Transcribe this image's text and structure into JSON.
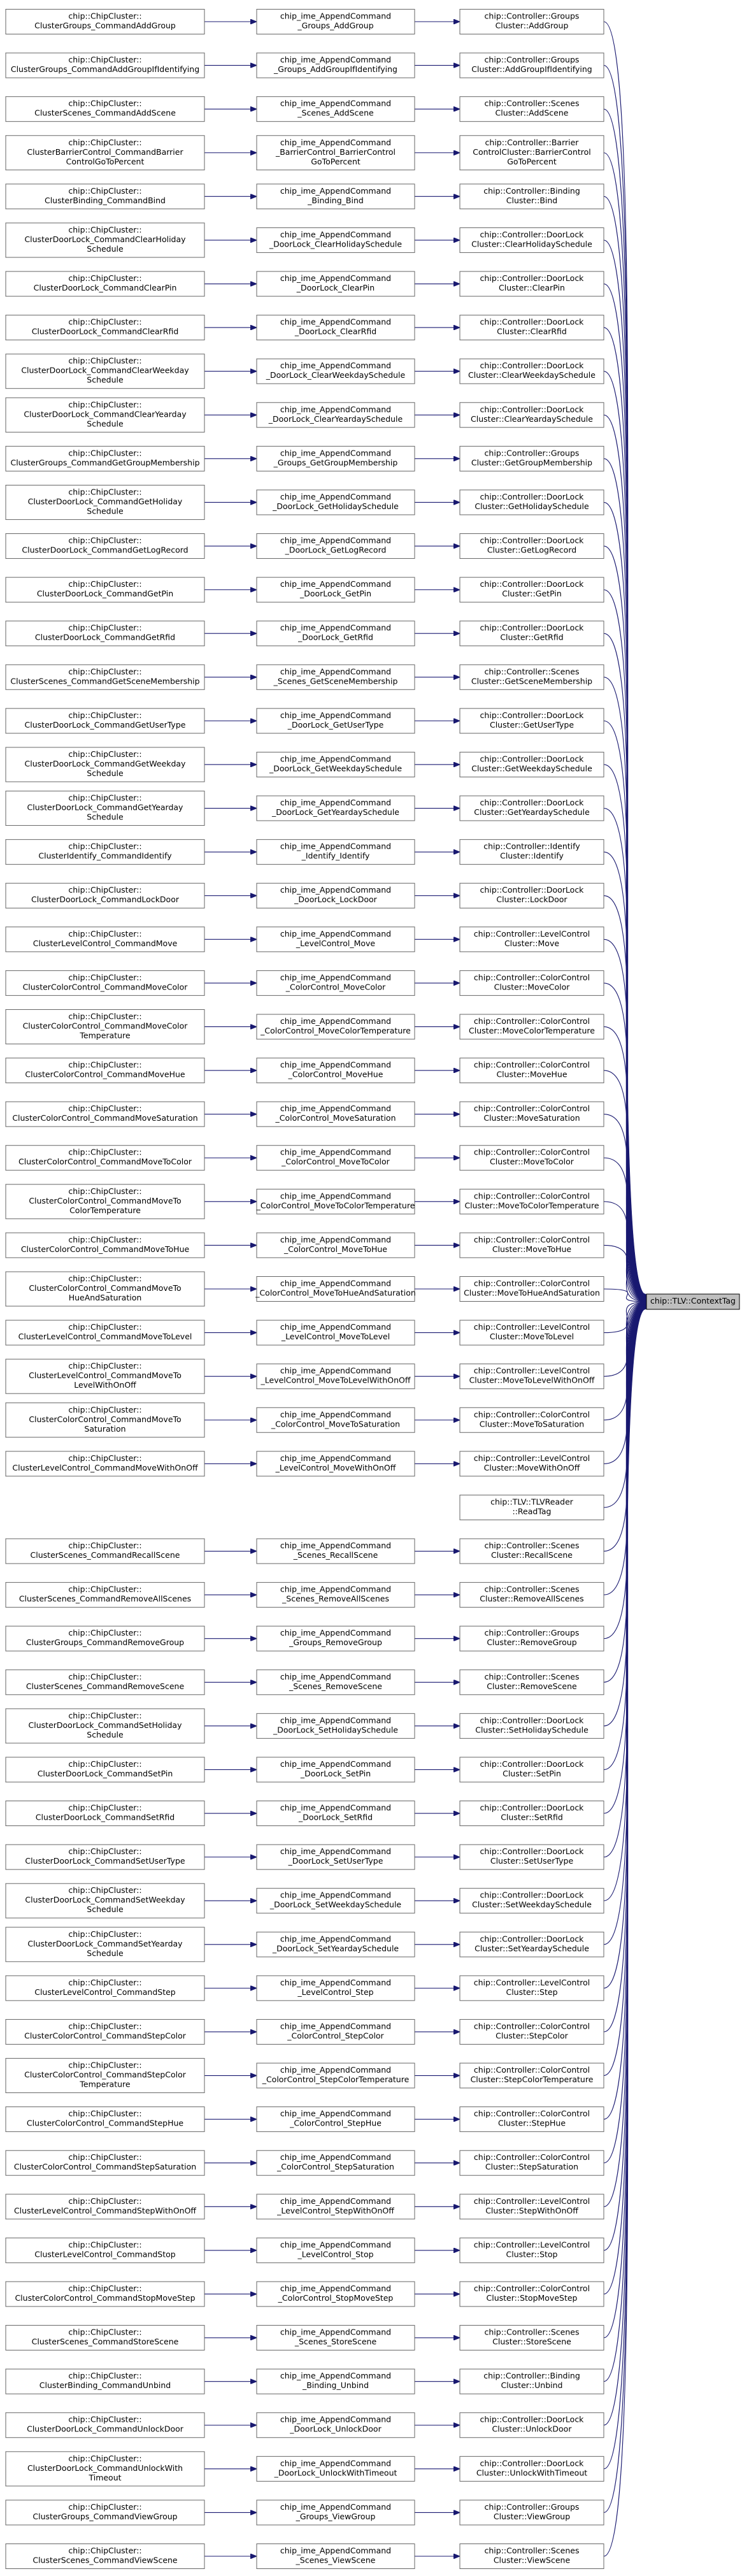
{
  "target": {
    "lines": [
      "chip::TLV::ContextTag"
    ]
  },
  "rows": [
    {
      "c1": [
        "chip::ChipCluster::",
        "ClusterGroups_CommandAddGroup"
      ],
      "c2": [
        "chip_ime_AppendCommand",
        "_Groups_AddGroup"
      ],
      "c3": [
        "chip::Controller::Groups",
        "Cluster::AddGroup"
      ]
    },
    {
      "c1": [
        "chip::ChipCluster::",
        "ClusterGroups_CommandAddGroupIfIdentifying"
      ],
      "c2": [
        "chip_ime_AppendCommand",
        "_Groups_AddGroupIfIdentifying"
      ],
      "c3": [
        "chip::Controller::Groups",
        "Cluster::AddGroupIfIdentifying"
      ]
    },
    {
      "c1": [
        "chip::ChipCluster::",
        "ClusterScenes_CommandAddScene"
      ],
      "c2": [
        "chip_ime_AppendCommand",
        "_Scenes_AddScene"
      ],
      "c3": [
        "chip::Controller::Scenes",
        "Cluster::AddScene"
      ]
    },
    {
      "c1": [
        "chip::ChipCluster::",
        "ClusterBarrierControl_CommandBarrier",
        "ControlGoToPercent"
      ],
      "c2": [
        "chip_ime_AppendCommand",
        "_BarrierControl_BarrierControl",
        "GoToPercent"
      ],
      "c3": [
        "chip::Controller::Barrier",
        "ControlCluster::BarrierControl",
        "GoToPercent"
      ]
    },
    {
      "c1": [
        "chip::ChipCluster::",
        "ClusterBinding_CommandBind"
      ],
      "c2": [
        "chip_ime_AppendCommand",
        "_Binding_Bind"
      ],
      "c3": [
        "chip::Controller::Binding",
        "Cluster::Bind"
      ]
    },
    {
      "c1": [
        "chip::ChipCluster::",
        "ClusterDoorLock_CommandClearHoliday",
        "Schedule"
      ],
      "c2": [
        "chip_ime_AppendCommand",
        "_DoorLock_ClearHolidaySchedule"
      ],
      "c3": [
        "chip::Controller::DoorLock",
        "Cluster::ClearHolidaySchedule"
      ]
    },
    {
      "c1": [
        "chip::ChipCluster::",
        "ClusterDoorLock_CommandClearPin"
      ],
      "c2": [
        "chip_ime_AppendCommand",
        "_DoorLock_ClearPin"
      ],
      "c3": [
        "chip::Controller::DoorLock",
        "Cluster::ClearPin"
      ]
    },
    {
      "c1": [
        "chip::ChipCluster::",
        "ClusterDoorLock_CommandClearRfid"
      ],
      "c2": [
        "chip_ime_AppendCommand",
        "_DoorLock_ClearRfid"
      ],
      "c3": [
        "chip::Controller::DoorLock",
        "Cluster::ClearRfid"
      ]
    },
    {
      "c1": [
        "chip::ChipCluster::",
        "ClusterDoorLock_CommandClearWeekday",
        "Schedule"
      ],
      "c2": [
        "chip_ime_AppendCommand",
        "_DoorLock_ClearWeekdaySchedule"
      ],
      "c3": [
        "chip::Controller::DoorLock",
        "Cluster::ClearWeekdaySchedule"
      ]
    },
    {
      "c1": [
        "chip::ChipCluster::",
        "ClusterDoorLock_CommandClearYearday",
        "Schedule"
      ],
      "c2": [
        "chip_ime_AppendCommand",
        "_DoorLock_ClearYeardaySchedule"
      ],
      "c3": [
        "chip::Controller::DoorLock",
        "Cluster::ClearYeardaySchedule"
      ]
    },
    {
      "c1": [
        "chip::ChipCluster::",
        "ClusterGroups_CommandGetGroupMembership"
      ],
      "c2": [
        "chip_ime_AppendCommand",
        "_Groups_GetGroupMembership"
      ],
      "c3": [
        "chip::Controller::Groups",
        "Cluster::GetGroupMembership"
      ]
    },
    {
      "c1": [
        "chip::ChipCluster::",
        "ClusterDoorLock_CommandGetHoliday",
        "Schedule"
      ],
      "c2": [
        "chip_ime_AppendCommand",
        "_DoorLock_GetHolidaySchedule"
      ],
      "c3": [
        "chip::Controller::DoorLock",
        "Cluster::GetHolidaySchedule"
      ]
    },
    {
      "c1": [
        "chip::ChipCluster::",
        "ClusterDoorLock_CommandGetLogRecord"
      ],
      "c2": [
        "chip_ime_AppendCommand",
        "_DoorLock_GetLogRecord"
      ],
      "c3": [
        "chip::Controller::DoorLock",
        "Cluster::GetLogRecord"
      ]
    },
    {
      "c1": [
        "chip::ChipCluster::",
        "ClusterDoorLock_CommandGetPin"
      ],
      "c2": [
        "chip_ime_AppendCommand",
        "_DoorLock_GetPin"
      ],
      "c3": [
        "chip::Controller::DoorLock",
        "Cluster::GetPin"
      ]
    },
    {
      "c1": [
        "chip::ChipCluster::",
        "ClusterDoorLock_CommandGetRfid"
      ],
      "c2": [
        "chip_ime_AppendCommand",
        "_DoorLock_GetRfid"
      ],
      "c3": [
        "chip::Controller::DoorLock",
        "Cluster::GetRfid"
      ]
    },
    {
      "c1": [
        "chip::ChipCluster::",
        "ClusterScenes_CommandGetSceneMembership"
      ],
      "c2": [
        "chip_ime_AppendCommand",
        "_Scenes_GetSceneMembership"
      ],
      "c3": [
        "chip::Controller::Scenes",
        "Cluster::GetSceneMembership"
      ]
    },
    {
      "c1": [
        "chip::ChipCluster::",
        "ClusterDoorLock_CommandGetUserType"
      ],
      "c2": [
        "chip_ime_AppendCommand",
        "_DoorLock_GetUserType"
      ],
      "c3": [
        "chip::Controller::DoorLock",
        "Cluster::GetUserType"
      ]
    },
    {
      "c1": [
        "chip::ChipCluster::",
        "ClusterDoorLock_CommandGetWeekday",
        "Schedule"
      ],
      "c2": [
        "chip_ime_AppendCommand",
        "_DoorLock_GetWeekdaySchedule"
      ],
      "c3": [
        "chip::Controller::DoorLock",
        "Cluster::GetWeekdaySchedule"
      ]
    },
    {
      "c1": [
        "chip::ChipCluster::",
        "ClusterDoorLock_CommandGetYearday",
        "Schedule"
      ],
      "c2": [
        "chip_ime_AppendCommand",
        "_DoorLock_GetYeardaySchedule"
      ],
      "c3": [
        "chip::Controller::DoorLock",
        "Cluster::GetYeardaySchedule"
      ]
    },
    {
      "c1": [
        "chip::ChipCluster::",
        "ClusterIdentify_CommandIdentify"
      ],
      "c2": [
        "chip_ime_AppendCommand",
        "_Identify_Identify"
      ],
      "c3": [
        "chip::Controller::Identify",
        "Cluster::Identify"
      ]
    },
    {
      "c1": [
        "chip::ChipCluster::",
        "ClusterDoorLock_CommandLockDoor"
      ],
      "c2": [
        "chip_ime_AppendCommand",
        "_DoorLock_LockDoor"
      ],
      "c3": [
        "chip::Controller::DoorLock",
        "Cluster::LockDoor"
      ]
    },
    {
      "c1": [
        "chip::ChipCluster::",
        "ClusterLevelControl_CommandMove"
      ],
      "c2": [
        "chip_ime_AppendCommand",
        "_LevelControl_Move"
      ],
      "c3": [
        "chip::Controller::LevelControl",
        "Cluster::Move"
      ]
    },
    {
      "c1": [
        "chip::ChipCluster::",
        "ClusterColorControl_CommandMoveColor"
      ],
      "c2": [
        "chip_ime_AppendCommand",
        "_ColorControl_MoveColor"
      ],
      "c3": [
        "chip::Controller::ColorControl",
        "Cluster::MoveColor"
      ]
    },
    {
      "c1": [
        "chip::ChipCluster::",
        "ClusterColorControl_CommandMoveColor",
        "Temperature"
      ],
      "c2": [
        "chip_ime_AppendCommand",
        "_ColorControl_MoveColorTemperature"
      ],
      "c3": [
        "chip::Controller::ColorControl",
        "Cluster::MoveColorTemperature"
      ]
    },
    {
      "c1": [
        "chip::ChipCluster::",
        "ClusterColorControl_CommandMoveHue"
      ],
      "c2": [
        "chip_ime_AppendCommand",
        "_ColorControl_MoveHue"
      ],
      "c3": [
        "chip::Controller::ColorControl",
        "Cluster::MoveHue"
      ]
    },
    {
      "c1": [
        "chip::ChipCluster::",
        "ClusterColorControl_CommandMoveSaturation"
      ],
      "c2": [
        "chip_ime_AppendCommand",
        "_ColorControl_MoveSaturation"
      ],
      "c3": [
        "chip::Controller::ColorControl",
        "Cluster::MoveSaturation"
      ]
    },
    {
      "c1": [
        "chip::ChipCluster::",
        "ClusterColorControl_CommandMoveToColor"
      ],
      "c2": [
        "chip_ime_AppendCommand",
        "_ColorControl_MoveToColor"
      ],
      "c3": [
        "chip::Controller::ColorControl",
        "Cluster::MoveToColor"
      ]
    },
    {
      "c1": [
        "chip::ChipCluster::",
        "ClusterColorControl_CommandMoveTo",
        "ColorTemperature"
      ],
      "c2": [
        "chip_ime_AppendCommand",
        "_ColorControl_MoveToColorTemperature"
      ],
      "c3": [
        "chip::Controller::ColorControl",
        "Cluster::MoveToColorTemperature"
      ]
    },
    {
      "c1": [
        "chip::ChipCluster::",
        "ClusterColorControl_CommandMoveToHue"
      ],
      "c2": [
        "chip_ime_AppendCommand",
        "_ColorControl_MoveToHue"
      ],
      "c3": [
        "chip::Controller::ColorControl",
        "Cluster::MoveToHue"
      ]
    },
    {
      "c1": [
        "chip::ChipCluster::",
        "ClusterColorControl_CommandMoveTo",
        "HueAndSaturation"
      ],
      "c2": [
        "chip_ime_AppendCommand",
        "_ColorControl_MoveToHueAndSaturation"
      ],
      "c3": [
        "chip::Controller::ColorControl",
        "Cluster::MoveToHueAndSaturation"
      ]
    },
    {
      "c1": [
        "chip::ChipCluster::",
        "ClusterLevelControl_CommandMoveToLevel"
      ],
      "c2": [
        "chip_ime_AppendCommand",
        "_LevelControl_MoveToLevel"
      ],
      "c3": [
        "chip::Controller::LevelControl",
        "Cluster::MoveToLevel"
      ]
    },
    {
      "c1": [
        "chip::ChipCluster::",
        "ClusterLevelControl_CommandMoveTo",
        "LevelWithOnOff"
      ],
      "c2": [
        "chip_ime_AppendCommand",
        "_LevelControl_MoveToLevelWithOnOff"
      ],
      "c3": [
        "chip::Controller::LevelControl",
        "Cluster::MoveToLevelWithOnOff"
      ]
    },
    {
      "c1": [
        "chip::ChipCluster::",
        "ClusterColorControl_CommandMoveTo",
        "Saturation"
      ],
      "c2": [
        "chip_ime_AppendCommand",
        "_ColorControl_MoveToSaturation"
      ],
      "c3": [
        "chip::Controller::ColorControl",
        "Cluster::MoveToSaturation"
      ]
    },
    {
      "c1": [
        "chip::ChipCluster::",
        "ClusterLevelControl_CommandMoveWithOnOff"
      ],
      "c2": [
        "chip_ime_AppendCommand",
        "_LevelControl_MoveWithOnOff"
      ],
      "c3": [
        "chip::Controller::LevelControl",
        "Cluster::MoveWithOnOff"
      ]
    },
    {
      "c1": null,
      "c2": null,
      "c3": [
        "chip::TLV::TLVReader",
        "::ReadTag"
      ]
    },
    {
      "c1": [
        "chip::ChipCluster::",
        "ClusterScenes_CommandRecallScene"
      ],
      "c2": [
        "chip_ime_AppendCommand",
        "_Scenes_RecallScene"
      ],
      "c3": [
        "chip::Controller::Scenes",
        "Cluster::RecallScene"
      ]
    },
    {
      "c1": [
        "chip::ChipCluster::",
        "ClusterScenes_CommandRemoveAllScenes"
      ],
      "c2": [
        "chip_ime_AppendCommand",
        "_Scenes_RemoveAllScenes"
      ],
      "c3": [
        "chip::Controller::Scenes",
        "Cluster::RemoveAllScenes"
      ]
    },
    {
      "c1": [
        "chip::ChipCluster::",
        "ClusterGroups_CommandRemoveGroup"
      ],
      "c2": [
        "chip_ime_AppendCommand",
        "_Groups_RemoveGroup"
      ],
      "c3": [
        "chip::Controller::Groups",
        "Cluster::RemoveGroup"
      ]
    },
    {
      "c1": [
        "chip::ChipCluster::",
        "ClusterScenes_CommandRemoveScene"
      ],
      "c2": [
        "chip_ime_AppendCommand",
        "_Scenes_RemoveScene"
      ],
      "c3": [
        "chip::Controller::Scenes",
        "Cluster::RemoveScene"
      ]
    },
    {
      "c1": [
        "chip::ChipCluster::",
        "ClusterDoorLock_CommandSetHoliday",
        "Schedule"
      ],
      "c2": [
        "chip_ime_AppendCommand",
        "_DoorLock_SetHolidaySchedule"
      ],
      "c3": [
        "chip::Controller::DoorLock",
        "Cluster::SetHolidaySchedule"
      ]
    },
    {
      "c1": [
        "chip::ChipCluster::",
        "ClusterDoorLock_CommandSetPin"
      ],
      "c2": [
        "chip_ime_AppendCommand",
        "_DoorLock_SetPin"
      ],
      "c3": [
        "chip::Controller::DoorLock",
        "Cluster::SetPin"
      ]
    },
    {
      "c1": [
        "chip::ChipCluster::",
        "ClusterDoorLock_CommandSetRfid"
      ],
      "c2": [
        "chip_ime_AppendCommand",
        "_DoorLock_SetRfid"
      ],
      "c3": [
        "chip::Controller::DoorLock",
        "Cluster::SetRfid"
      ]
    },
    {
      "c1": [
        "chip::ChipCluster::",
        "ClusterDoorLock_CommandSetUserType"
      ],
      "c2": [
        "chip_ime_AppendCommand",
        "_DoorLock_SetUserType"
      ],
      "c3": [
        "chip::Controller::DoorLock",
        "Cluster::SetUserType"
      ]
    },
    {
      "c1": [
        "chip::ChipCluster::",
        "ClusterDoorLock_CommandSetWeekday",
        "Schedule"
      ],
      "c2": [
        "chip_ime_AppendCommand",
        "_DoorLock_SetWeekdaySchedule"
      ],
      "c3": [
        "chip::Controller::DoorLock",
        "Cluster::SetWeekdaySchedule"
      ]
    },
    {
      "c1": [
        "chip::ChipCluster::",
        "ClusterDoorLock_CommandSetYearday",
        "Schedule"
      ],
      "c2": [
        "chip_ime_AppendCommand",
        "_DoorLock_SetYeardaySchedule"
      ],
      "c3": [
        "chip::Controller::DoorLock",
        "Cluster::SetYeardaySchedule"
      ]
    },
    {
      "c1": [
        "chip::ChipCluster::",
        "ClusterLevelControl_CommandStep"
      ],
      "c2": [
        "chip_ime_AppendCommand",
        "_LevelControl_Step"
      ],
      "c3": [
        "chip::Controller::LevelControl",
        "Cluster::Step"
      ]
    },
    {
      "c1": [
        "chip::ChipCluster::",
        "ClusterColorControl_CommandStepColor"
      ],
      "c2": [
        "chip_ime_AppendCommand",
        "_ColorControl_StepColor"
      ],
      "c3": [
        "chip::Controller::ColorControl",
        "Cluster::StepColor"
      ]
    },
    {
      "c1": [
        "chip::ChipCluster::",
        "ClusterColorControl_CommandStepColor",
        "Temperature"
      ],
      "c2": [
        "chip_ime_AppendCommand",
        "_ColorControl_StepColorTemperature"
      ],
      "c3": [
        "chip::Controller::ColorControl",
        "Cluster::StepColorTemperature"
      ]
    },
    {
      "c1": [
        "chip::ChipCluster::",
        "ClusterColorControl_CommandStepHue"
      ],
      "c2": [
        "chip_ime_AppendCommand",
        "_ColorControl_StepHue"
      ],
      "c3": [
        "chip::Controller::ColorControl",
        "Cluster::StepHue"
      ]
    },
    {
      "c1": [
        "chip::ChipCluster::",
        "ClusterColorControl_CommandStepSaturation"
      ],
      "c2": [
        "chip_ime_AppendCommand",
        "_ColorControl_StepSaturation"
      ],
      "c3": [
        "chip::Controller::ColorControl",
        "Cluster::StepSaturation"
      ]
    },
    {
      "c1": [
        "chip::ChipCluster::",
        "ClusterLevelControl_CommandStepWithOnOff"
      ],
      "c2": [
        "chip_ime_AppendCommand",
        "_LevelControl_StepWithOnOff"
      ],
      "c3": [
        "chip::Controller::LevelControl",
        "Cluster::StepWithOnOff"
      ]
    },
    {
      "c1": [
        "chip::ChipCluster::",
        "ClusterLevelControl_CommandStop"
      ],
      "c2": [
        "chip_ime_AppendCommand",
        "_LevelControl_Stop"
      ],
      "c3": [
        "chip::Controller::LevelControl",
        "Cluster::Stop"
      ]
    },
    {
      "c1": [
        "chip::ChipCluster::",
        "ClusterColorControl_CommandStopMoveStep"
      ],
      "c2": [
        "chip_ime_AppendCommand",
        "_ColorControl_StopMoveStep"
      ],
      "c3": [
        "chip::Controller::ColorControl",
        "Cluster::StopMoveStep"
      ]
    },
    {
      "c1": [
        "chip::ChipCluster::",
        "ClusterScenes_CommandStoreScene"
      ],
      "c2": [
        "chip_ime_AppendCommand",
        "_Scenes_StoreScene"
      ],
      "c3": [
        "chip::Controller::Scenes",
        "Cluster::StoreScene"
      ]
    },
    {
      "c1": [
        "chip::ChipCluster::",
        "ClusterBinding_CommandUnbind"
      ],
      "c2": [
        "chip_ime_AppendCommand",
        "_Binding_Unbind"
      ],
      "c3": [
        "chip::Controller::Binding",
        "Cluster::Unbind"
      ]
    },
    {
      "c1": [
        "chip::ChipCluster::",
        "ClusterDoorLock_CommandUnlockDoor"
      ],
      "c2": [
        "chip_ime_AppendCommand",
        "_DoorLock_UnlockDoor"
      ],
      "c3": [
        "chip::Controller::DoorLock",
        "Cluster::UnlockDoor"
      ]
    },
    {
      "c1": [
        "chip::ChipCluster::",
        "ClusterDoorLock_CommandUnlockWith",
        "Timeout"
      ],
      "c2": [
        "chip_ime_AppendCommand",
        "_DoorLock_UnlockWithTimeout"
      ],
      "c3": [
        "chip::Controller::DoorLock",
        "Cluster::UnlockWithTimeout"
      ]
    },
    {
      "c1": [
        "chip::ChipCluster::",
        "ClusterGroups_CommandViewGroup"
      ],
      "c2": [
        "chip_ime_AppendCommand",
        "_Groups_ViewGroup"
      ],
      "c3": [
        "chip::Controller::Groups",
        "Cluster::ViewGroup"
      ]
    },
    {
      "c1": [
        "chip::ChipCluster::",
        "ClusterScenes_CommandViewScene"
      ],
      "c2": [
        "chip_ime_AppendCommand",
        "_Scenes_ViewScene"
      ],
      "c3": [
        "chip::Controller::Scenes",
        "Cluster::ViewScene"
      ]
    }
  ]
}
